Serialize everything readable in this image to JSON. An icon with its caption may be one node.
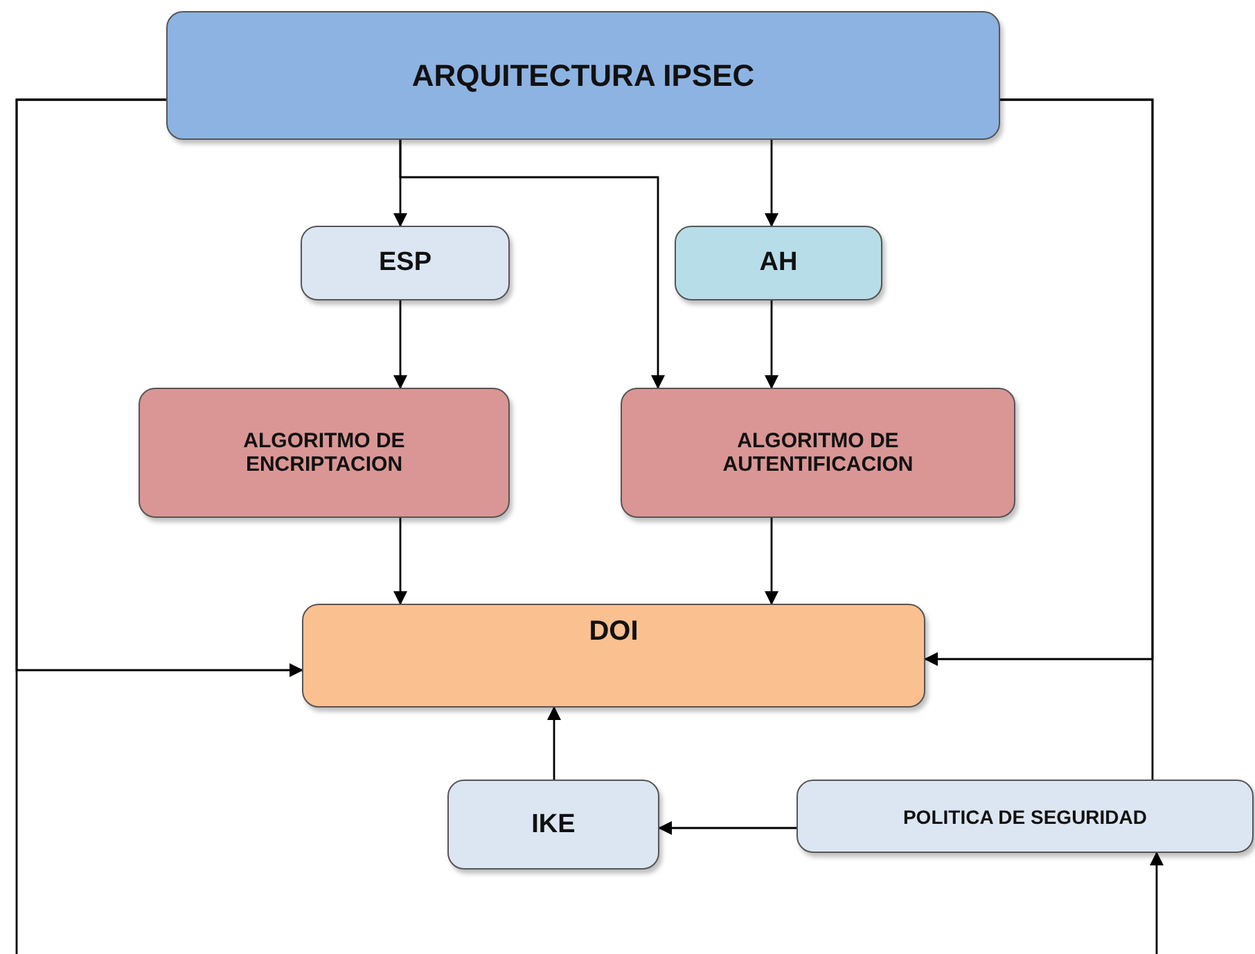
{
  "diagram": {
    "nodes": [
      {
        "text": [
          "ARQUITECTURA IPSEC"
        ]
      },
      {
        "text": [
          "ESP"
        ]
      },
      {
        "text": [
          "AH"
        ]
      },
      {
        "text": [
          "ALGORITMO DE ENCRIPTACION"
        ]
      },
      {
        "text": [
          "ALGORITMO DE AUTENTIFICACION"
        ]
      },
      {
        "text": [
          "DOI"
        ]
      },
      {
        "text": [
          "IKE"
        ]
      },
      {
        "text": [
          "POLITICA DE SEGURIDAD"
        ]
      }
    ],
    "edges": [
      {
        "from": 0,
        "to": 1,
        "arrow": "to"
      },
      {
        "from": 0,
        "to": 4,
        "arrow": "to"
      },
      {
        "from": 0,
        "to": 2,
        "arrow": "to"
      },
      {
        "from": 1,
        "to": 3,
        "arrow": "to"
      },
      {
        "from": 2,
        "to": 4,
        "arrow": "to"
      },
      {
        "from": 3,
        "to": 5,
        "arrow": "to"
      },
      {
        "from": 4,
        "to": 5,
        "arrow": "to"
      },
      {
        "from": 0,
        "to": 5,
        "arrow": "to"
      },
      {
        "from": 0,
        "to": null,
        "arrow": "none"
      },
      {
        "from": 0,
        "to": 5,
        "arrow": "to"
      },
      {
        "from": 0,
        "to": 7,
        "arrow": "none"
      },
      {
        "from": null,
        "to": 7,
        "arrow": "to"
      },
      {
        "from": 7,
        "to": 6,
        "arrow": "to"
      },
      {
        "from": 6,
        "to": 5,
        "arrow": "to"
      }
    ]
  }
}
